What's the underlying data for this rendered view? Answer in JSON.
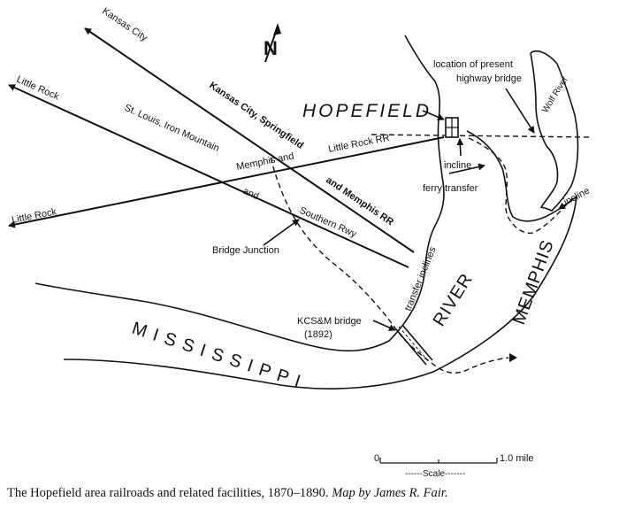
{
  "caption": {
    "text": "The Hopefield area railroads and related facilities, 1870–1890.",
    "credit": "Map by James R. Fair."
  },
  "map": {
    "north_arrow": "N",
    "place_labels": {
      "hopefield": "HOPEFIELD",
      "memphis": "MEMPHIS",
      "mississippi": "MISSISSIPPI",
      "river": "RIVER",
      "wolf_river": "Wolf River"
    },
    "destinations": {
      "kansas_city": "Kansas City",
      "little_rock_upper": "Little Rock",
      "little_rock_lower": "Little Rock"
    },
    "railroads": {
      "kcsm_line1": "Kansas City, Springfield",
      "kcsm_line2": "and Memphis RR",
      "little_rock_rr": "Little Rock RR",
      "memphis_lr_1": "Memphis and",
      "stl_im_1": "St. Louis, Iron Mountain",
      "stl_im_2": "and",
      "stl_im_3": "Southern Rwy"
    },
    "annotations": {
      "present_bridge_1": "location of present",
      "present_bridge_2": "highway bridge",
      "incline_west": "incline",
      "incline_east": "incline",
      "ferry_transfer": "ferry transfer",
      "transfer_inclines": "transfer inclines",
      "bridge_junction": "Bridge Junction",
      "kcsm_bridge_1": "KCS&M bridge",
      "kcsm_bridge_2": "(1892)"
    },
    "scale": {
      "start": "0",
      "end": "1.0 mile",
      "label": "------Scale-------"
    }
  }
}
